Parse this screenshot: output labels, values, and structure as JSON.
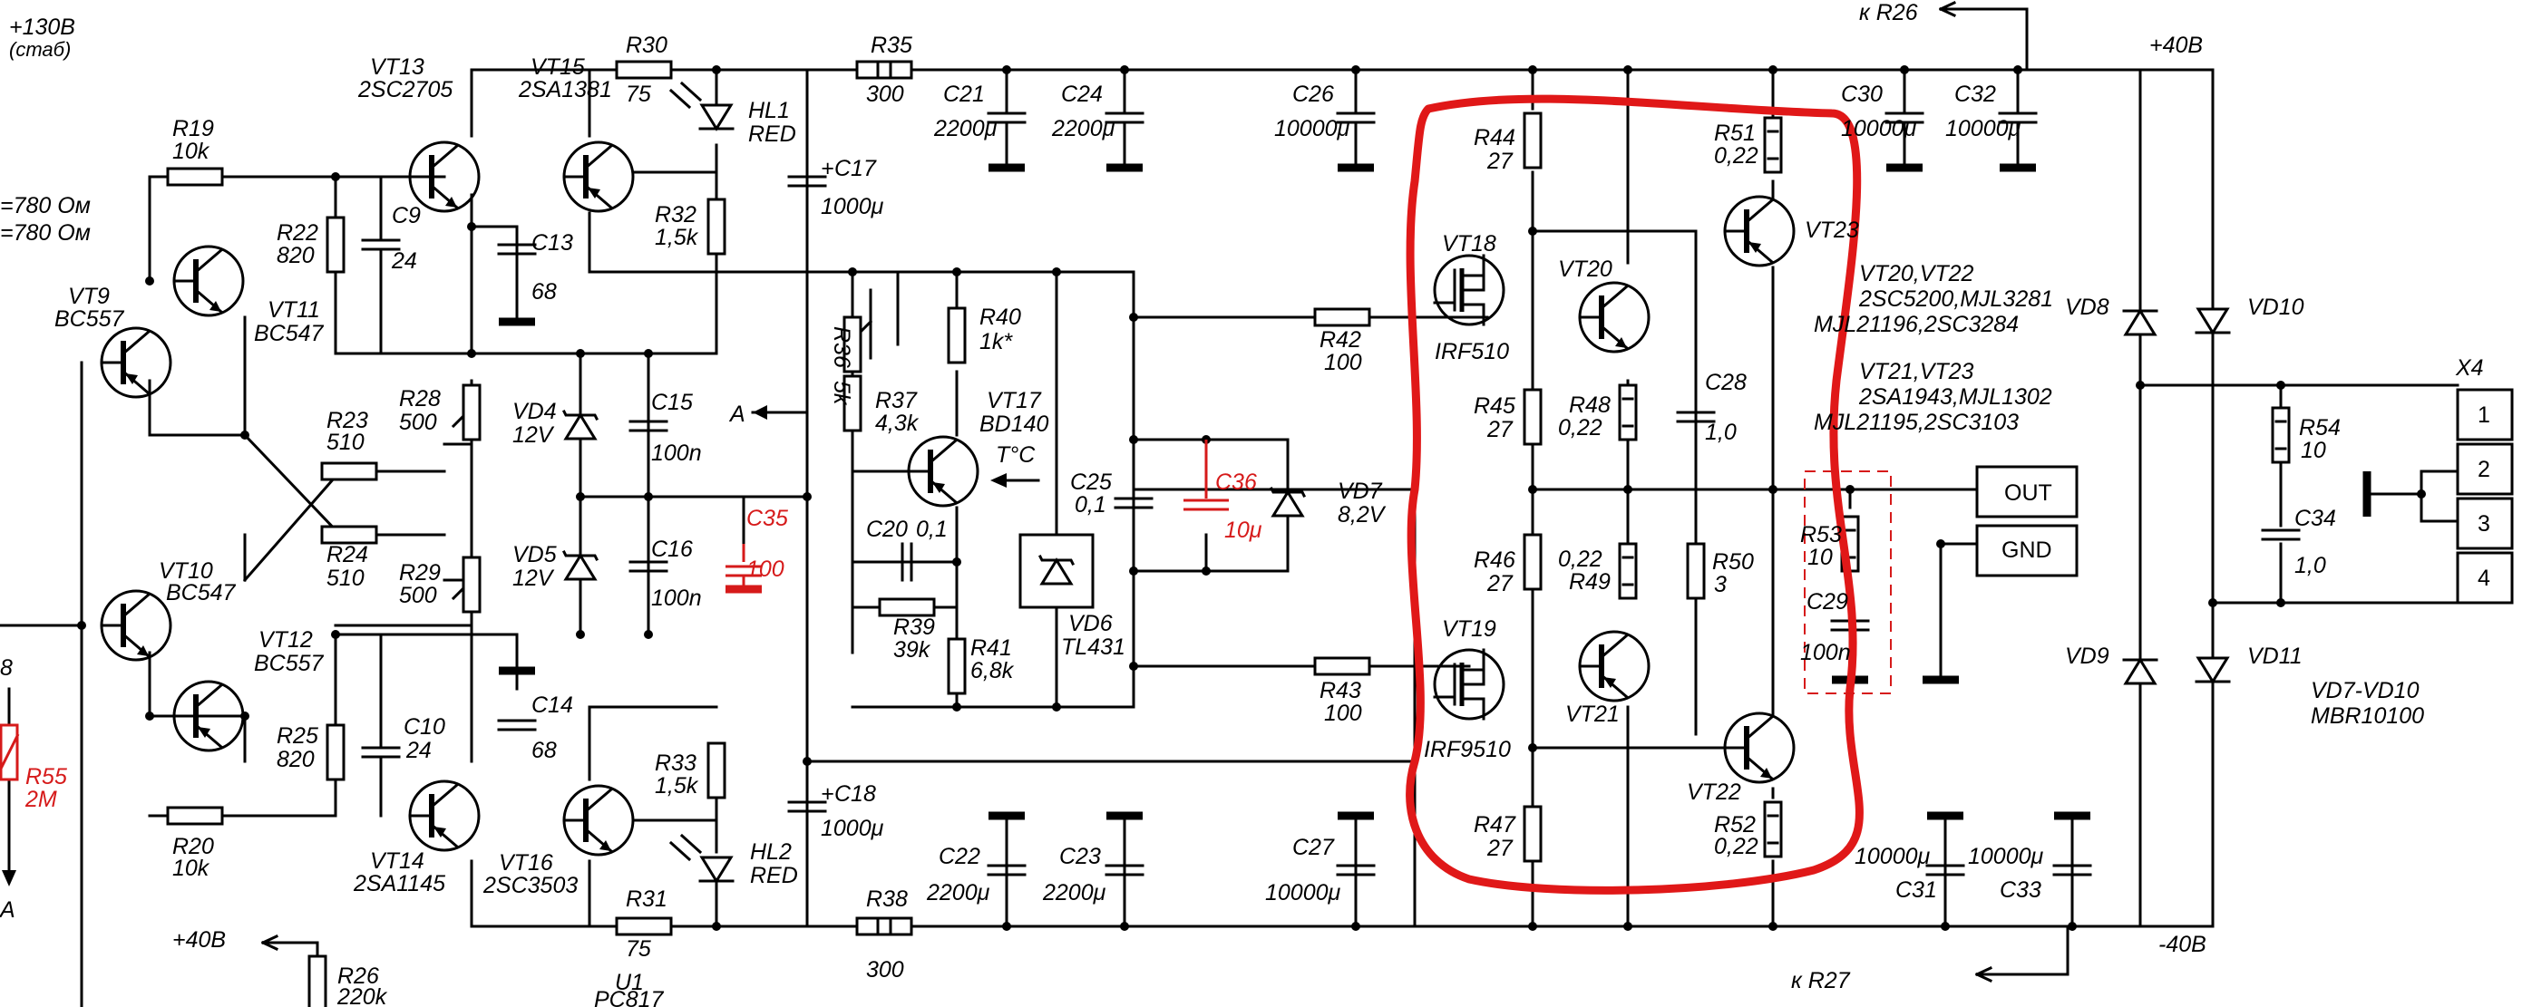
{
  "colors": {
    "wire": "#000000",
    "highlight": "#e01818",
    "background": "#ffffff"
  },
  "rails": {
    "top_in": "+130В",
    "top_in_sub": "(стаб)",
    "pos": "+40В",
    "neg": "-40В",
    "pos_bottom": "+40В",
    "to_r26": "к R26",
    "to_r27": "к R27"
  },
  "left_notes": {
    "a": "=780 Ом",
    "b": "=780 Ом",
    "c": "8"
  },
  "node_label": "A",
  "resistors": [
    {
      "ref": "R19",
      "val": "10k"
    },
    {
      "ref": "R20",
      "val": "10k"
    },
    {
      "ref": "R22",
      "val": "820"
    },
    {
      "ref": "R25",
      "val": "820"
    },
    {
      "ref": "R23",
      "val": "510"
    },
    {
      "ref": "R24",
      "val": "510"
    },
    {
      "ref": "R28",
      "val": "500"
    },
    {
      "ref": "R29",
      "val": "500"
    },
    {
      "ref": "R30",
      "val": "75"
    },
    {
      "ref": "R31",
      "val": "75"
    },
    {
      "ref": "R32",
      "val": "1,5k"
    },
    {
      "ref": "R33",
      "val": "1,5k"
    },
    {
      "ref": "R35",
      "val": "300"
    },
    {
      "ref": "R38",
      "val": "300"
    },
    {
      "ref": "R36",
      "val": "5k"
    },
    {
      "ref": "R37",
      "val": "4,3k"
    },
    {
      "ref": "R39",
      "val": "39k"
    },
    {
      "ref": "R40",
      "val": "1k*"
    },
    {
      "ref": "R41",
      "val": "6,8k"
    },
    {
      "ref": "R42",
      "val": "100"
    },
    {
      "ref": "R43",
      "val": "100"
    },
    {
      "ref": "R44",
      "val": "27"
    },
    {
      "ref": "R45",
      "val": "27"
    },
    {
      "ref": "R46",
      "val": "27"
    },
    {
      "ref": "R47",
      "val": "27"
    },
    {
      "ref": "R48",
      "val": "0,22"
    },
    {
      "ref": "R49",
      "val": "0,22"
    },
    {
      "ref": "R50",
      "val": "3"
    },
    {
      "ref": "R51",
      "val": "0,22"
    },
    {
      "ref": "R52",
      "val": "0,22"
    },
    {
      "ref": "R53",
      "val": "10"
    },
    {
      "ref": "R54",
      "val": "10"
    },
    {
      "ref": "R55",
      "val": "2M"
    },
    {
      "ref": "R26",
      "val": "220k"
    }
  ],
  "capacitors": [
    {
      "ref": "C9",
      "val": "24"
    },
    {
      "ref": "C10",
      "val": "24"
    },
    {
      "ref": "C13",
      "val": "68"
    },
    {
      "ref": "C14",
      "val": "68"
    },
    {
      "ref": "C15",
      "val": "100n"
    },
    {
      "ref": "C16",
      "val": "100n"
    },
    {
      "ref": "C17",
      "val": "1000μ"
    },
    {
      "ref": "C18",
      "val": "1000μ"
    },
    {
      "ref": "C20",
      "val": "0,1"
    },
    {
      "ref": "C21",
      "val": "2200μ"
    },
    {
      "ref": "C22",
      "val": "2200μ"
    },
    {
      "ref": "C23",
      "val": "2200μ"
    },
    {
      "ref": "C24",
      "val": "2200μ"
    },
    {
      "ref": "C25",
      "val": "0,1"
    },
    {
      "ref": "C26",
      "val": "10000μ"
    },
    {
      "ref": "C27",
      "val": "10000μ"
    },
    {
      "ref": "C28",
      "val": "1,0"
    },
    {
      "ref": "C29",
      "val": "100n"
    },
    {
      "ref": "C30",
      "val": "10000μ"
    },
    {
      "ref": "C31",
      "val": "10000μ"
    },
    {
      "ref": "C32",
      "val": "10000μ"
    },
    {
      "ref": "C33",
      "val": "10000μ"
    },
    {
      "ref": "C34",
      "val": "1,0"
    },
    {
      "ref": "C35",
      "val": "100"
    },
    {
      "ref": "C36",
      "val": "10μ"
    }
  ],
  "transistors": [
    {
      "ref": "VT9",
      "type": "BC557"
    },
    {
      "ref": "VT10",
      "type": "BC547"
    },
    {
      "ref": "VT11",
      "type": "BC547"
    },
    {
      "ref": "VT12",
      "type": "BC557"
    },
    {
      "ref": "VT13",
      "type": "2SC2705"
    },
    {
      "ref": "VT14",
      "type": "2SA1145"
    },
    {
      "ref": "VT15",
      "type": "2SA1381"
    },
    {
      "ref": "VT16",
      "type": "2SC3503"
    },
    {
      "ref": "VT17",
      "type": "BD140"
    },
    {
      "ref": "VT18",
      "type": "IRF510"
    },
    {
      "ref": "VT19",
      "type": "IRF9510"
    },
    {
      "ref": "VT20",
      "type": ""
    },
    {
      "ref": "VT21",
      "type": ""
    },
    {
      "ref": "VT22",
      "type": ""
    },
    {
      "ref": "VT23",
      "type": ""
    }
  ],
  "diodes": [
    {
      "ref": "VD4",
      "val": "12V"
    },
    {
      "ref": "VD5",
      "val": "12V"
    },
    {
      "ref": "VD6",
      "val": "TL431"
    },
    {
      "ref": "VD7",
      "val": "8,2V"
    },
    {
      "ref": "VD8",
      "val": ""
    },
    {
      "ref": "VD9",
      "val": ""
    },
    {
      "ref": "VD10",
      "val": ""
    },
    {
      "ref": "VD11",
      "val": ""
    },
    {
      "ref": "HL1",
      "val": "RED"
    },
    {
      "ref": "HL2",
      "val": "RED"
    }
  ],
  "optocoupler": {
    "ref": "U1",
    "type": "PC817"
  },
  "temp_label": "T°C",
  "notes": {
    "npn_title": "VT20,VT22",
    "npn_types1": "2SC5200,MJL3281",
    "npn_types2": "MJL21196,2SC3284",
    "pnp_title": "VT21,VT23",
    "pnp_types1": "2SA1943,MJL1302",
    "pnp_types2": "MJL21195,2SC3103",
    "diode_set": "VD7-VD10",
    "diode_type": "MBR10100"
  },
  "output_block": {
    "out": "OUT",
    "gnd": "GND"
  },
  "connector": {
    "ref": "X4",
    "pins": [
      "1",
      "2",
      "3",
      "4"
    ]
  }
}
